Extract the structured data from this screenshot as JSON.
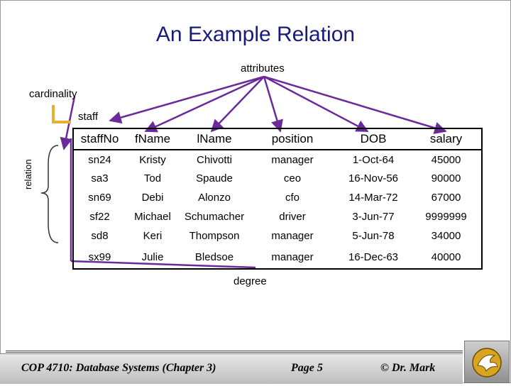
{
  "title": "An Example Relation",
  "labels": {
    "attributes": "attributes",
    "cardinality": "cardinality",
    "staff": "staff",
    "relation": "relation",
    "degree": "degree"
  },
  "table": {
    "headers": [
      "staffNo",
      "fName",
      "lName",
      "position",
      "DOB",
      "salary"
    ],
    "rows": [
      [
        "sn24",
        "Kristy",
        "Chivotti",
        "manager",
        "1-Oct-64",
        "45000"
      ],
      [
        "sa3",
        "Tod",
        "Spaude",
        "ceo",
        "16-Nov-56",
        "90000"
      ],
      [
        "sn69",
        "Debi",
        "Alonzo",
        "cfo",
        "14-Mar-72",
        "67000"
      ],
      [
        "sf22",
        "Michael",
        "Schumacher",
        "driver",
        "3-Jun-77",
        "9999999"
      ],
      [
        "sd8",
        "Keri",
        "Thompson",
        "manager",
        "5-Jun-78",
        "34000"
      ],
      [
        "sx99",
        "Julie",
        "Bledsoe",
        "manager",
        "16-Dec-63",
        "40000"
      ]
    ]
  },
  "footer": {
    "course": "COP 4710: Database Systems  (Chapter 3)",
    "page": "Page 5",
    "author": "© Dr. Mark"
  },
  "colors": {
    "title": "#1a1a7a",
    "arrows": "#6a2a9a",
    "bracket": "#e8b030"
  }
}
